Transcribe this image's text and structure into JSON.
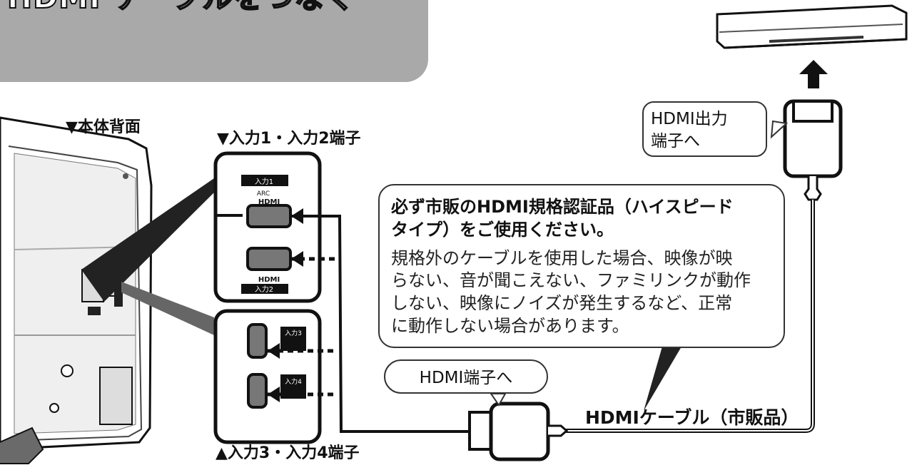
{
  "header": {
    "title": "HDMI ケーブルをつなぐ"
  },
  "labels": {
    "rear_view": "▼本体背面",
    "inputs_1_2": "▼入力1・入力2端子",
    "inputs_3_4": "▲入力3・入力4端子",
    "hdmi_out_line_1": "HDMI出力",
    "hdmi_out_line_2": "端子へ",
    "hdmi_in": "HDMI端子へ",
    "cable": "HDMIケーブル（市販品）"
  },
  "note": {
    "headline_line_1": "必ず市販のHDMI規格認証品（ハイスピード",
    "headline_line_2": "タイプ）をご使用ください。",
    "body_line_1": "規格外のケーブルを使用した場合、映像が映",
    "body_line_2": "らない、音が聞こえない、ファミリンクが動作",
    "body_line_3": "しない、映像にノイズが発生するなど、正常",
    "body_line_4": "に動作しない場合があります。"
  },
  "port_marks": {
    "input_1": "入力1",
    "arc": "ARC",
    "hdmi_logo": "HDMI",
    "input_2": "入力2",
    "input_3": "入力3",
    "input_4": "入力4"
  },
  "colors": {
    "title_panel": "#a9a9a9",
    "line": "#111111"
  }
}
